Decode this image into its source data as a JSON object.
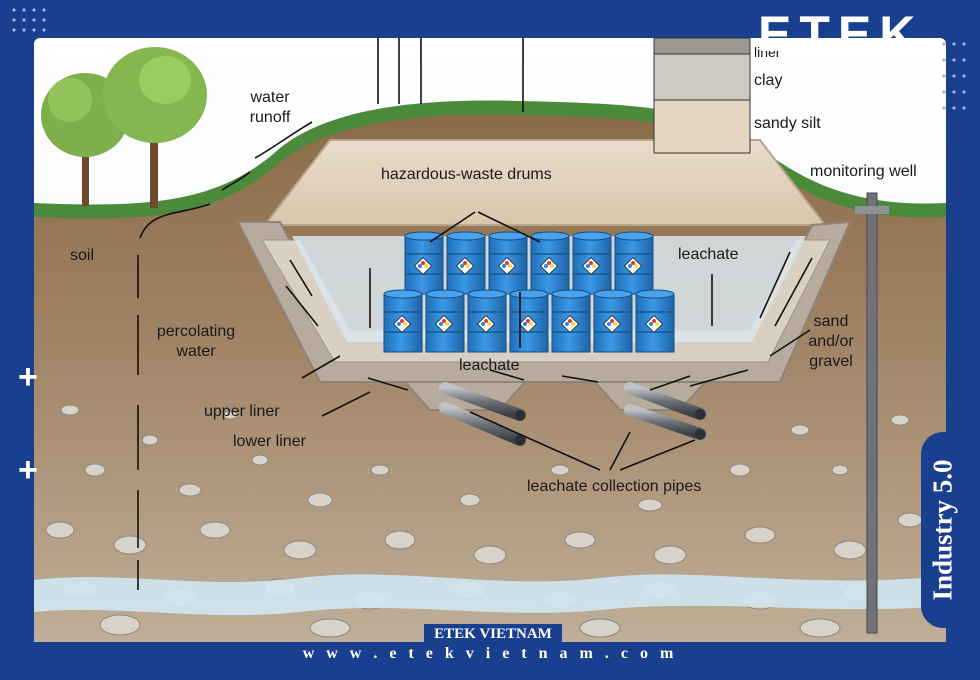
{
  "brand": {
    "logo": "ETEK",
    "tagline": "Industry 5.0",
    "company": "ETEK VIETNAM",
    "website": "w w w . e t e k v i e t n a m . c o m"
  },
  "labels": {
    "water_runoff": "water\nrunoff",
    "soil": "soil",
    "percolating_water": "percolating\nwater",
    "hazardous_waste_drums": "hazardous-waste drums",
    "leachate_right": "leachate",
    "leachate_center": "leachate",
    "sand_gravel": "sand\nand/or\ngravel",
    "upper_liner": "upper liner",
    "lower_liner": "lower liner",
    "leachate_collection_pipes": "leachate collection pipes",
    "monitoring_well": "monitoring well",
    "cap_liner": "liner",
    "cap_clay": "clay",
    "cap_sandy_silt": "sandy silt"
  },
  "colors": {
    "frame": "#1a3f8f",
    "sky": "#f4f4f6",
    "grass": "#4a8a3a",
    "soil": "#93704e",
    "gravel": "#a59a88",
    "water": "#cfe6f2",
    "cap": "#e3d3bb",
    "liner": "#b9ada0",
    "drum": "#2f86d4"
  }
}
